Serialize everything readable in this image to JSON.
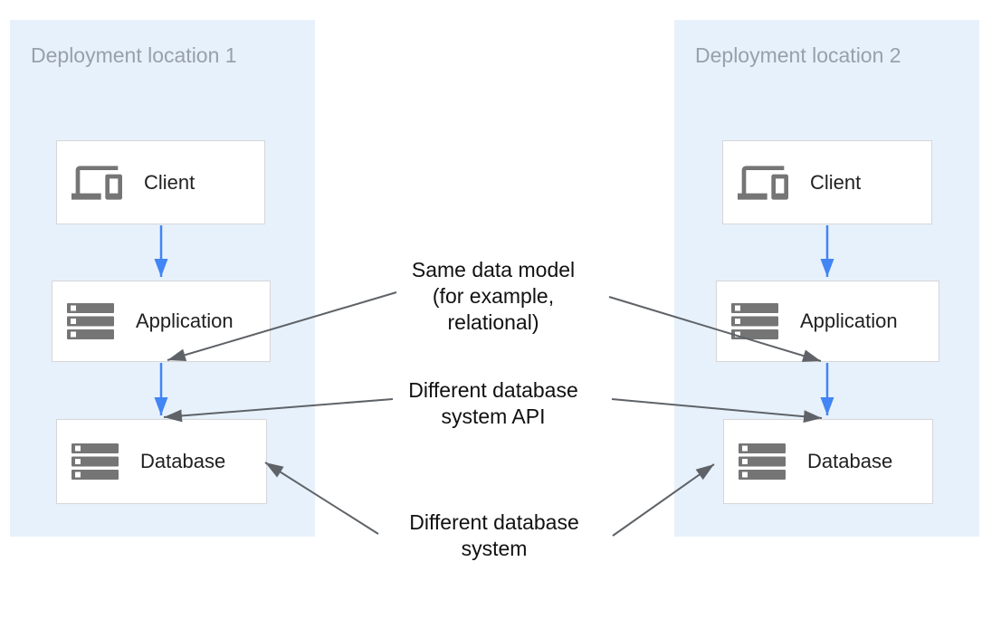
{
  "panels": [
    {
      "title": "Deployment location 1",
      "nodes": [
        {
          "label": "Client",
          "icon": "devices-icon"
        },
        {
          "label": "Application",
          "icon": "storage-icon"
        },
        {
          "label": "Database",
          "icon": "storage-icon"
        }
      ]
    },
    {
      "title": "Deployment location 2",
      "nodes": [
        {
          "label": "Client",
          "icon": "devices-icon"
        },
        {
          "label": "Application",
          "icon": "storage-icon"
        },
        {
          "label": "Database",
          "icon": "storage-icon"
        }
      ]
    }
  ],
  "annotations": {
    "same_data_model": "Same data model\n(for example,\nrelational)",
    "different_api": "Different database\nsystem API",
    "different_system": "Different database\nsystem"
  },
  "flows": [
    "Client to Application (left)",
    "Application to Database (left)",
    "Client to Application (right)",
    "Application to Database (right)"
  ],
  "colors": {
    "panel_bg": "#E7F1FB",
    "box_bg": "#FFFFFF",
    "box_border": "#D6D6D6",
    "icon_gray": "#757575",
    "arrow_blue": "#4285F4",
    "arrow_gray": "#5F6368",
    "panel_title_gray": "#98A1AA",
    "label_dark": "#212121",
    "annotation_black": "#111111"
  }
}
